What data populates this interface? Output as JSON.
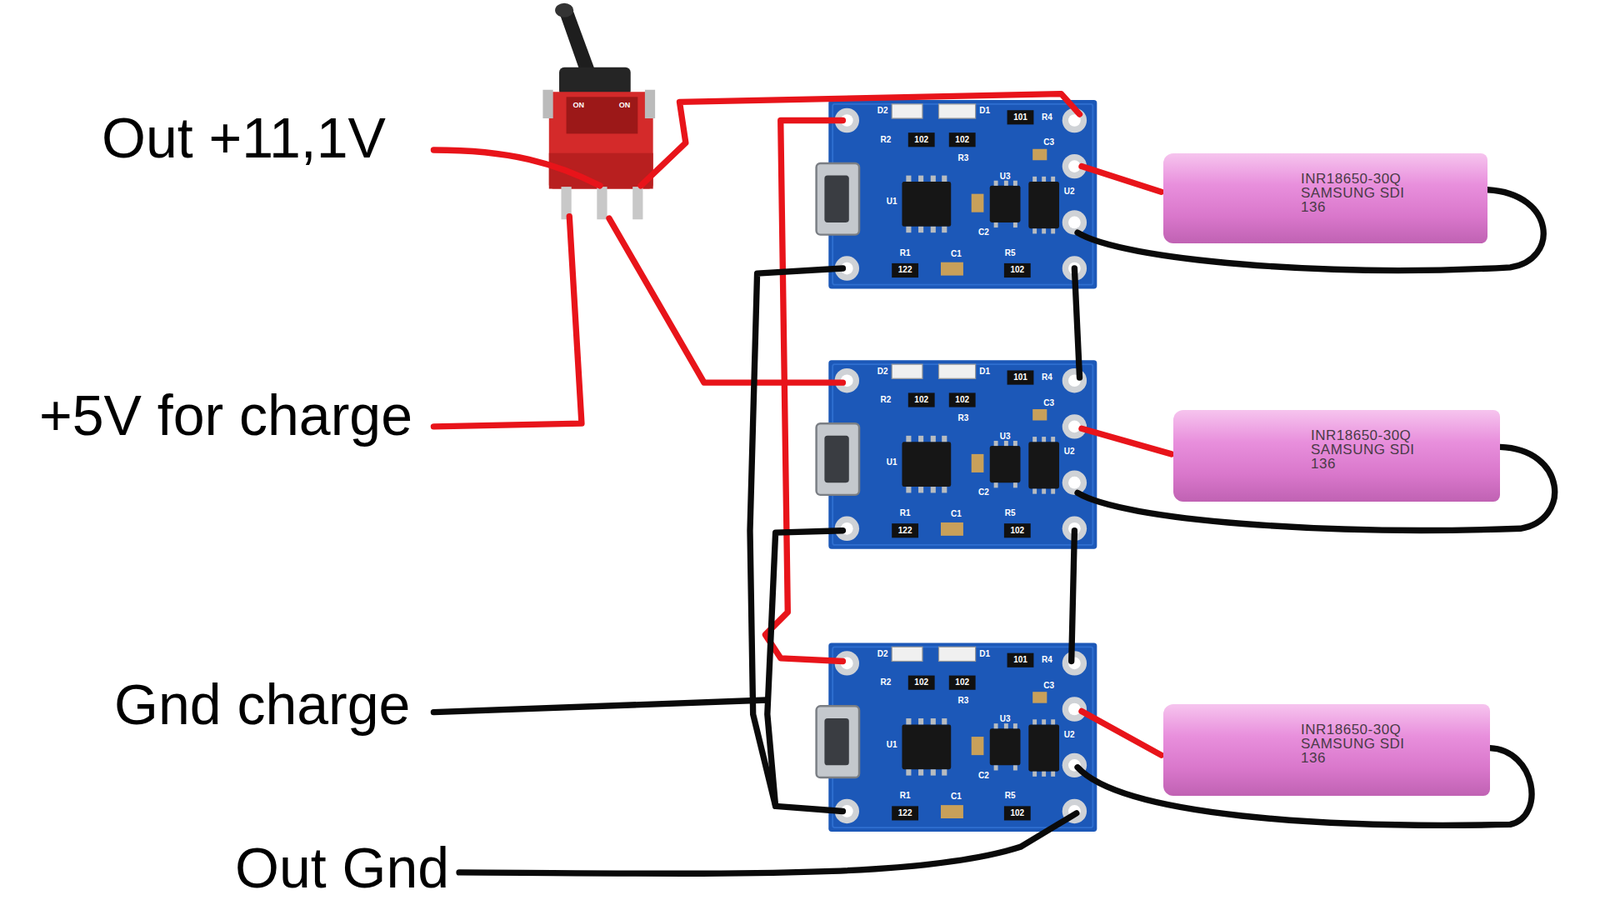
{
  "diagram": {
    "nodes": [
      {
        "text": [
          "INR18650-30Q",
          "SAMSUNG SDI",
          "136"
        ]
      },
      {
        "text": [
          "INR18650-30Q",
          "SAMSUNG SDI",
          "136"
        ]
      },
      {
        "text": [
          "INR18650-30Q",
          "SAMSUNG SDI",
          "136"
        ]
      }
    ],
    "labels": [
      "Out +11,1V",
      "+5V for charge",
      "Gnd charge",
      "Out Gnd",
      "ON",
      "ON",
      "D2",
      "D1",
      "101",
      "R4",
      "R2",
      "102",
      "102",
      "C3",
      "R3",
      "U3",
      "U1",
      "U2",
      "C2",
      "R1",
      "C1",
      "R5",
      "122",
      "102",
      "D2",
      "D1",
      "101",
      "R4",
      "R2",
      "102",
      "102",
      "C3",
      "R3",
      "U3",
      "U1",
      "U2",
      "C2",
      "R1",
      "C1",
      "R5",
      "122",
      "102",
      "D2",
      "D1",
      "101",
      "R4",
      "R2",
      "102",
      "102",
      "C3",
      "R3",
      "U3",
      "U1",
      "U2",
      "C2",
      "R1",
      "C1",
      "R5",
      "122",
      "102"
    ]
  }
}
